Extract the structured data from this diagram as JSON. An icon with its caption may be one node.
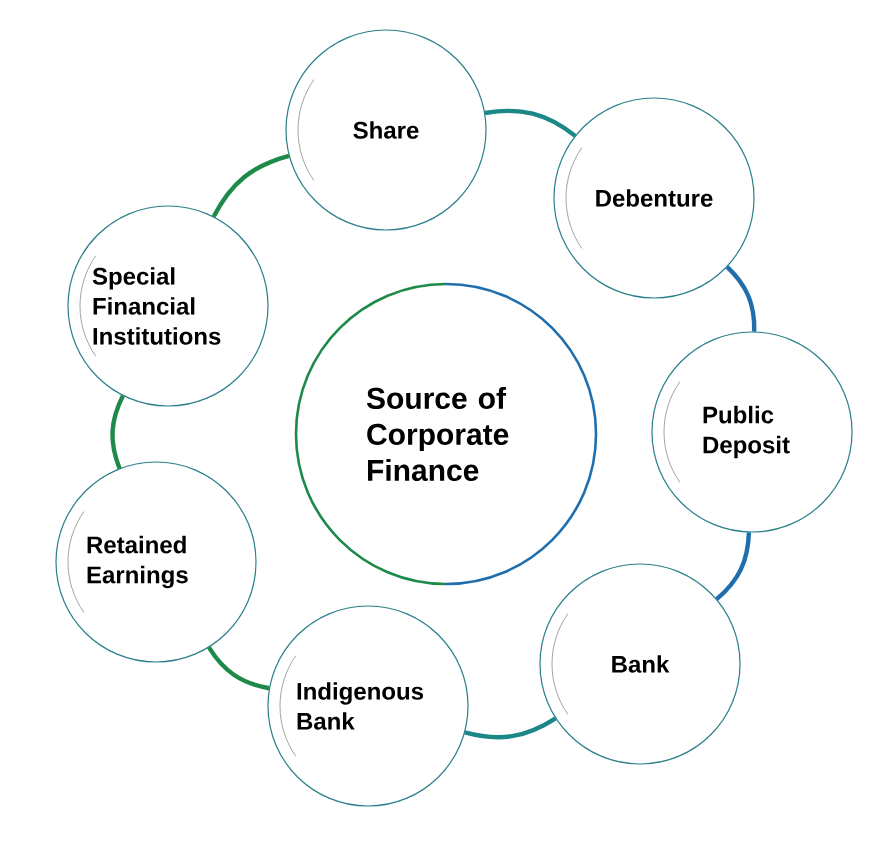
{
  "diagram": {
    "nodes": [
      {
        "text": [
          "Source of Corporate Finance"
        ]
      },
      {
        "text": [
          "Share"
        ]
      },
      {
        "text": [
          "Debenture"
        ]
      },
      {
        "text": [
          "Public Deposit"
        ]
      },
      {
        "text": [
          "Bank"
        ]
      },
      {
        "text": [
          "Indigenous Bank"
        ]
      },
      {
        "text": [
          "Retained Earnings"
        ]
      },
      {
        "text": [
          "Special Financial Institutions"
        ]
      }
    ],
    "edges": [
      {
        "from": 1,
        "to": 2,
        "arrow": "none",
        "color": "#1b8787"
      },
      {
        "from": 2,
        "to": 3,
        "arrow": "none",
        "color": "#1f6fae"
      },
      {
        "from": 3,
        "to": 4,
        "arrow": "none",
        "color": "#1f6fae"
      },
      {
        "from": 4,
        "to": 5,
        "arrow": "none",
        "color": "#1b8787"
      },
      {
        "from": 5,
        "to": 6,
        "arrow": "none"
      },
      {
        "from": 6,
        "to": 7,
        "arrow": "none"
      },
      {
        "from": 7,
        "to": 1,
        "arrow": "none"
      }
    ]
  }
}
